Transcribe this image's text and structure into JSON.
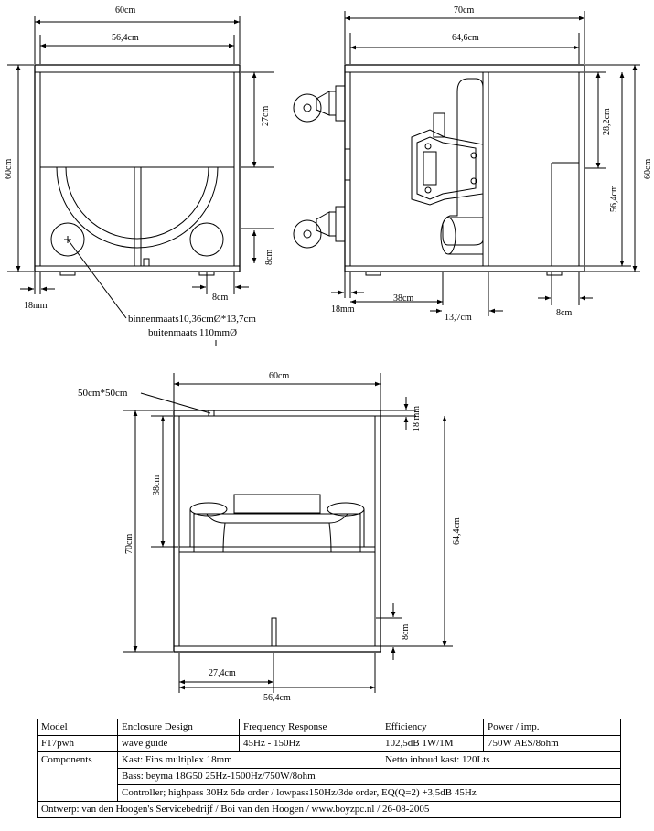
{
  "front_view": {
    "dim_width_outer": "60cm",
    "dim_width_inner": "56,4cm",
    "dim_height": "60cm",
    "dim_top_section": "27cm",
    "dim_bottom_gap": "8cm",
    "dim_port_offset": "8cm",
    "dim_wall": "18mm",
    "port_note_inner": "binnenmaats10,36cmØ*13,7cm",
    "port_note_outer": "buitenmaats 110mmØ"
  },
  "side_view": {
    "dim_depth_outer": "70cm",
    "dim_depth_inner": "64,6cm",
    "dim_height": "60cm",
    "dim_height_inner": "56,4cm",
    "dim_upper": "28,2cm",
    "dim_wall": "18mm",
    "dim_baffle": "38cm",
    "dim_port": "13,7cm",
    "dim_back_gap": "8cm"
  },
  "top_view": {
    "vent_note": "50cm*50cm",
    "dim_width_outer": "60cm",
    "dim_wall": "18 mm",
    "dim_upper": "38cm",
    "dim_depth_outer": "70cm",
    "dim_depth_inner": "64,4cm",
    "dim_gap": "8cm",
    "dim_port_pos": "27,4cm",
    "dim_width_inner": "56,4cm"
  },
  "spec_table": {
    "model_label": "Model",
    "model_value": "F17pwh",
    "design_label": "Enclosure Design",
    "design_value": "wave guide",
    "freq_label": "Frequency Response",
    "freq_value": "45Hz - 150Hz",
    "eff_label": "Efficiency",
    "eff_value": "102,5dB 1W/1M",
    "power_label": "Power / imp.",
    "power_value": "750W AES/8ohm",
    "components_label": "Components",
    "kast": "Kast: Fins multiplex 18mm",
    "netto": "Netto inhoud kast: 120Lts",
    "bass": "Bass: beyma 18G50 25Hz-1500Hz/750W/8ohm",
    "controller": "Controller; highpass 30Hz 6de order / lowpass150Hz/3de order, EQ(Q=2) +3,5dB 45Hz",
    "footer": "Ontwerp: van den Hoogen's Servicebedrijf / Boi van den Hoogen / www.boyzpc.nl / 26-08-2005"
  }
}
